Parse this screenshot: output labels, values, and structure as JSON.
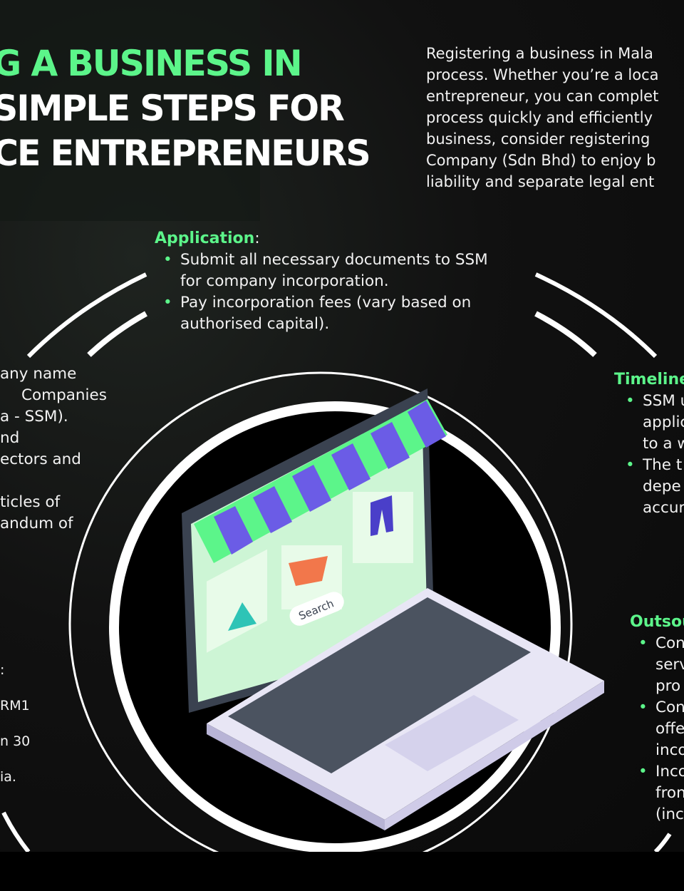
{
  "title": {
    "line1": "G A BUSINESS IN",
    "line2": "SIMPLE STEPS FOR",
    "line3": "CE ENTREPRENEURS"
  },
  "intro": [
    "Registering a business in Mala",
    "process. Whether you’re a loca",
    "entrepreneur, you can complet",
    "process quickly and efficiently",
    "business, consider registering",
    "Company (Sdn Bhd) to enjoy b",
    "liability and separate legal ent"
  ],
  "application": {
    "heading": "Application",
    "colon": ":",
    "items": [
      [
        "Submit all necessary documents to SSM",
        "for company incorporation."
      ],
      [
        "Pay incorporation fees (vary based on",
        "authorised capital)."
      ]
    ]
  },
  "left_block": {
    "lines": [
      "any name",
      "Companies",
      "a - SSM).",
      "nd",
      "ectors and",
      "",
      "ticles of",
      "andum of"
    ],
    "lower": [
      ":",
      "RM1",
      "n 30",
      "ia."
    ]
  },
  "timeline": {
    "heading": "Timeline",
    "items": [
      [
        "SSM u",
        "applic",
        "to a w"
      ],
      [
        "The t",
        "depe",
        "accur"
      ]
    ]
  },
  "outsourcing": {
    "heading": "Outsou",
    "items": [
      [
        "Con",
        "serv",
        "pro"
      ],
      [
        "Con",
        "offe",
        "inco"
      ],
      [
        "Inco",
        "fron",
        "(inc"
      ]
    ]
  },
  "illustration": {
    "search_label": "Search"
  },
  "colors": {
    "accent": "#5cf58a",
    "awning_purple": "#6b5ce6",
    "screen": "#cdf5d5",
    "keyboard": "#e8e6f5"
  }
}
